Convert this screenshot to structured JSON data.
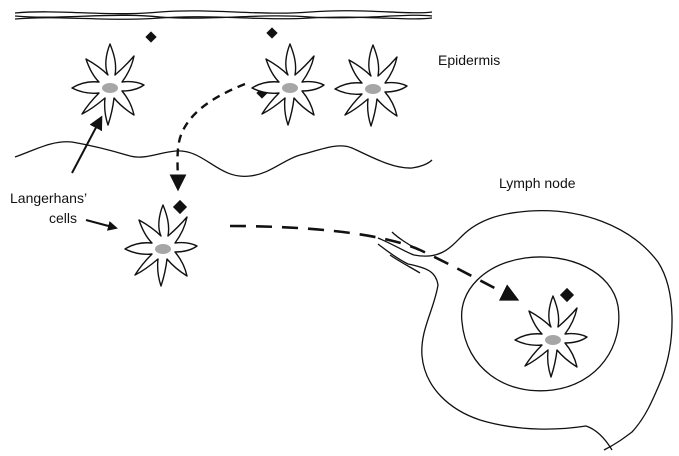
{
  "labels": {
    "epidermis": "Epidermis",
    "lymph_node": "Lymph node",
    "langerhans_line1": "Langerhans’",
    "langerhans_line2": "cells"
  },
  "colors": {
    "ink": "#111111",
    "nucleus": "#a6a6a6",
    "background": "#ffffff"
  }
}
